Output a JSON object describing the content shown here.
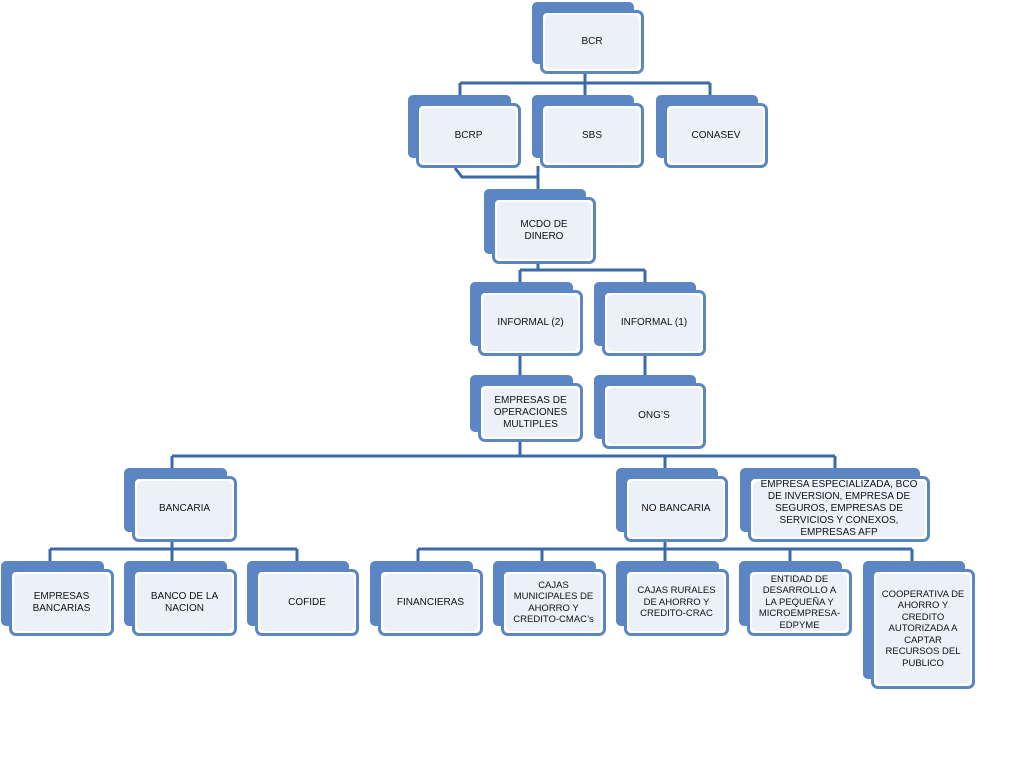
{
  "diagram": {
    "colors": {
      "line": "#3b6aa8",
      "box_border": "#5b86c3",
      "box_fill": "#ecf1f9"
    },
    "nodes": {
      "bcr": "BCR",
      "bcrp": "BCRP",
      "sbs": "SBS",
      "conasev": "CONASEV",
      "mcdo": "MCDO DE DINERO",
      "informal2": "INFORMAL (2)",
      "informal1": "INFORMAL (1)",
      "eom": "EMPRESAS DE OPERACIONES MULTIPLES",
      "ongs": "ONG’S",
      "bancaria": "BANCARIA",
      "nobancaria": "NO BANCARIA",
      "especializada": "EMPRESA ESPECIALIZADA, BCO DE INVERSION, EMPRESA DE SEGUROS, EMPRESAS DE SERVICIOS Y CONEXOS, EMPRESAS AFP",
      "empbancarias": "EMPRESAS BANCARIAS",
      "bconacion": "BANCO DE LA NACION",
      "cofide": "COFIDE",
      "financieras": "FINANCIERAS",
      "cmac": "CAJAS MUNICIPALES DE AHORRO Y CREDITO-CMAC’s",
      "crac": "CAJAS RURALES DE AHORRO Y CREDITO-CRAC",
      "edpyme": "ENTIDAD DE DESARROLLO A LA PEQUEÑA Y MICROEMPRESA-EDPYME",
      "cooperativa": "COOPERATIVA DE AHORRO Y CREDITO AUTORIZADA A CAPTAR RECURSOS DEL PUBLICO"
    }
  }
}
